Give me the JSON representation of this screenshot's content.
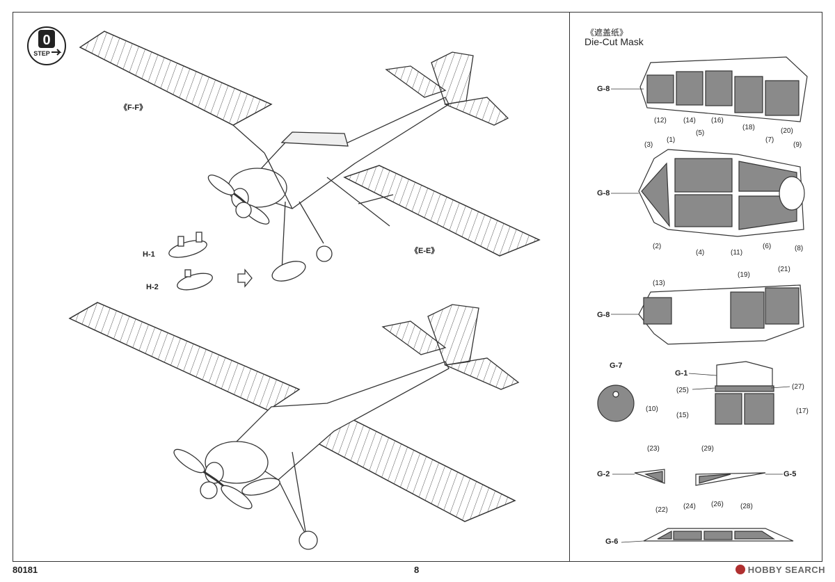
{
  "step": {
    "number": "0",
    "word": "STEP"
  },
  "left_panel": {
    "wing_labels": {
      "upper_wing": "《F-F》",
      "lower_wing": "《E-E》"
    },
    "part_labels": {
      "h1": "H-1",
      "h2": "H-2"
    }
  },
  "mask_panel": {
    "title_cn": "《遮盖纸》",
    "title_en": "Die-Cut Mask",
    "canopy_top": {
      "sprue": "G-8",
      "numbers": [
        "(12)",
        "(14)",
        "(16)",
        "(18)",
        "(20)"
      ]
    },
    "canopy_mid": {
      "sprue": "G-8",
      "numbers": [
        "(3)",
        "(1)",
        "(5)",
        "(7)",
        "(9)",
        "(2)",
        "(4)",
        "(11)",
        "(6)",
        "(8)"
      ]
    },
    "canopy_side": {
      "sprue": "G-8",
      "numbers": [
        "(13)",
        "(19)",
        "(21)"
      ]
    },
    "disc": {
      "sprue": "G-7",
      "number": "(10)"
    },
    "panel": {
      "sprue": "G-1",
      "numbers": [
        "(25)",
        "(27)",
        "(15)",
        "(17)"
      ]
    },
    "small_left": {
      "sprue": "G-2",
      "number": "(23)"
    },
    "small_right": {
      "sprue": "G-5",
      "number": "(29)"
    },
    "strip": {
      "sprue": "G-6",
      "numbers": [
        "(22)",
        "(24)",
        "(26)",
        "(28)"
      ]
    }
  },
  "footer": {
    "kit_code": "80181",
    "page_number": "8"
  },
  "watermark": {
    "text": "HOBBY SEARCH"
  },
  "colors": {
    "line": "#333333",
    "mask_fill": "#8a8a8a",
    "background": "#ffffff"
  }
}
